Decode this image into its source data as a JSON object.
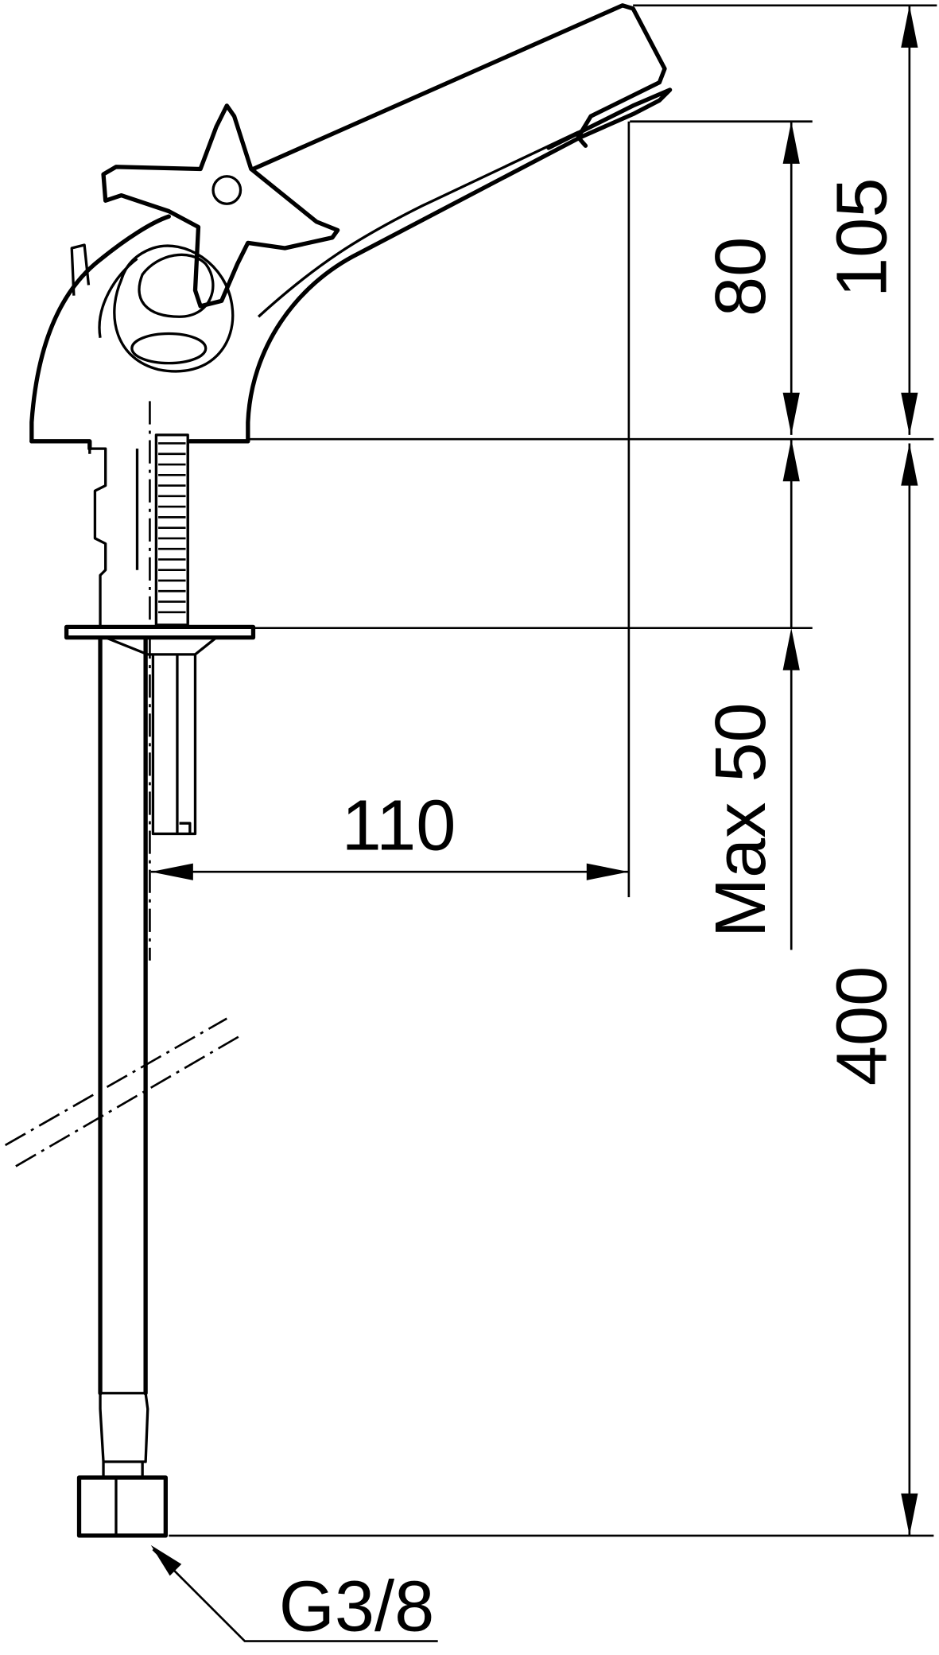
{
  "drawing": {
    "dimensions": {
      "spout_height_total": "105",
      "spout_outlet_height": "80",
      "spout_reach": "110",
      "max_deck_thickness": "Max 50",
      "hose_length": "400",
      "connection_thread": "G3/8"
    },
    "colors": {
      "line": "#000000",
      "background": "#ffffff"
    }
  }
}
